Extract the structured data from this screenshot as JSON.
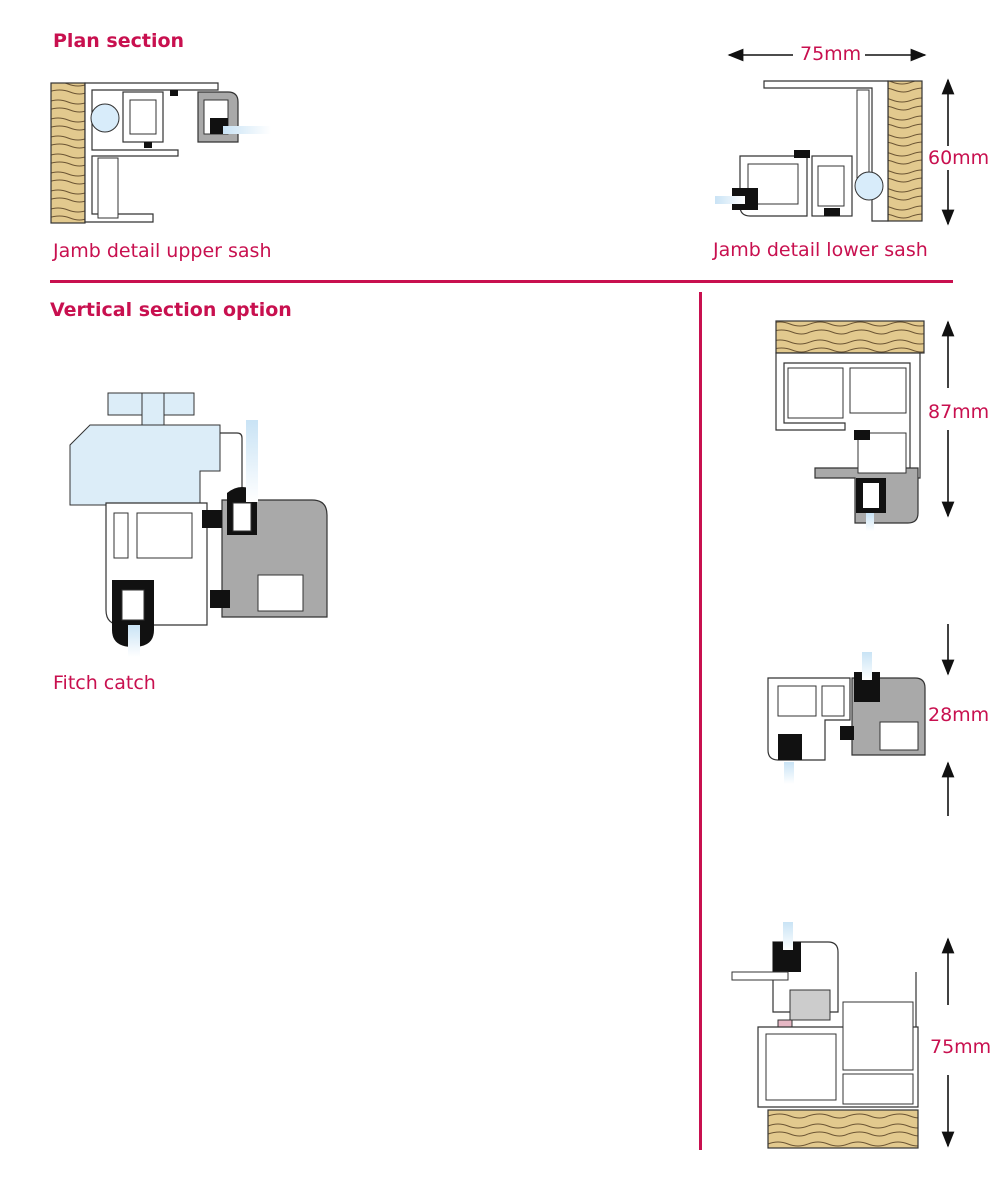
{
  "headings": {
    "plan_section": "Plan section",
    "vertical_section": "Vertical section option"
  },
  "captions": {
    "jamb_upper": "Jamb detail upper sash",
    "jamb_lower": "Jamb detail lower sash",
    "fitch_catch": "Fitch catch"
  },
  "dimensions": {
    "width_75": "75mm",
    "height_60": "60mm",
    "head_87": "87mm",
    "meeting_28": "28mm",
    "sill_75": "75mm"
  },
  "colors": {
    "accent": "#c8104f",
    "timber": "#e2c98e",
    "profile_fill": "#ffffff",
    "sash_grey": "#a9a9a9",
    "gasket_black": "#111111",
    "glass_blue": "#dcedf8"
  }
}
